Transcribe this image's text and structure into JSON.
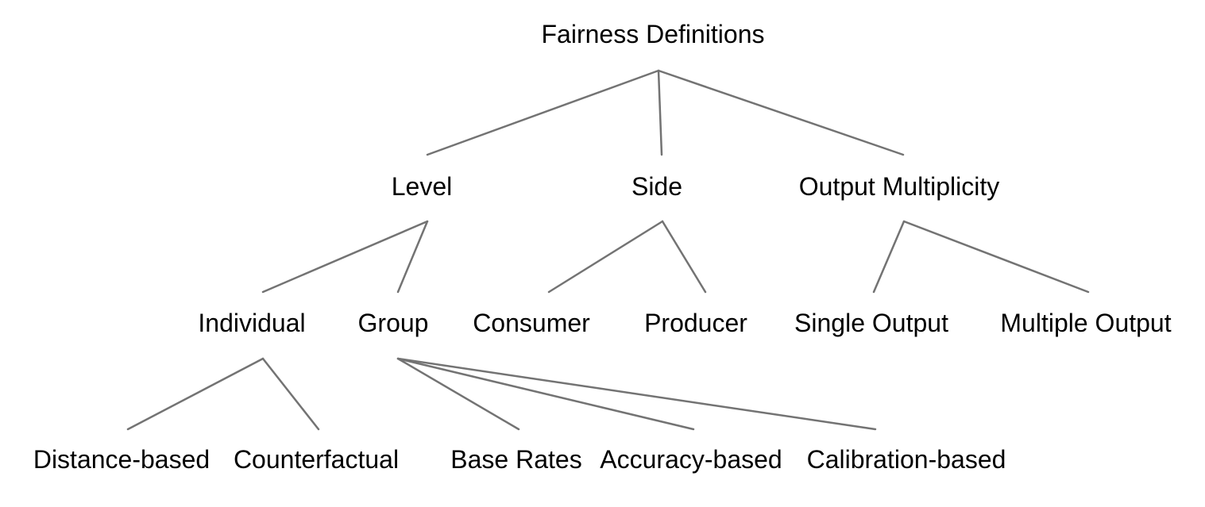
{
  "diagram": {
    "colors": {
      "text": "#000000",
      "edge": "#737373",
      "background": "#ffffff"
    },
    "root": {
      "label": "Fairness Definitions"
    },
    "level1": {
      "level": "Level",
      "side": "Side",
      "output_multiplicity": "Output Multiplicity"
    },
    "level2": {
      "individual": "Individual",
      "group": "Group",
      "consumer": "Consumer",
      "producer": "Producer",
      "single_output": "Single Output",
      "multiple_output": "Multiple Output"
    },
    "level3": {
      "distance_based": "Distance-based",
      "counterfactual": "Counterfactual",
      "base_rates": "Base Rates",
      "accuracy_based": "Accuracy-based",
      "calibration_based": "Calibration-based"
    }
  }
}
